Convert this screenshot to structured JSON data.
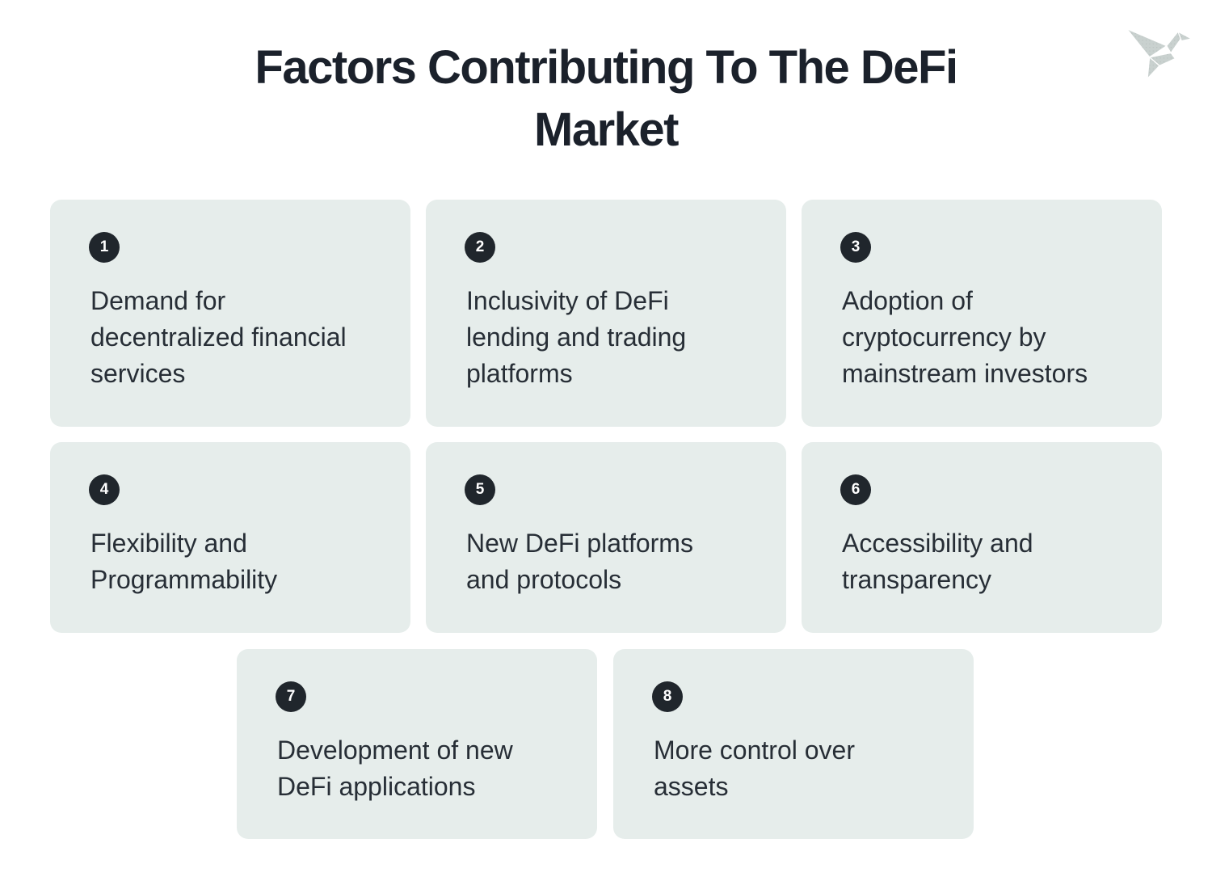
{
  "title": "Factors Contributing To The DeFi\nMarket",
  "logo": {
    "name": "origami-bird"
  },
  "cards": [
    {
      "number": "1",
      "text": "Demand for\ndecentralized financial\nservices"
    },
    {
      "number": "2",
      "text": "Inclusivity of DeFi\nlending and trading\nplatforms"
    },
    {
      "number": "3",
      "text": "Adoption of\ncryptocurrency by\nmainstream investors"
    },
    {
      "number": "4",
      "text": "Flexibility and\nProgrammability"
    },
    {
      "number": "5",
      "text": "New DeFi platforms\nand protocols"
    },
    {
      "number": "6",
      "text": "Accessibility and\ntransparency"
    },
    {
      "number": "7",
      "text": "Development of new\nDeFi applications"
    },
    {
      "number": "8",
      "text": "More control over\nassets"
    }
  ],
  "colors": {
    "page_bg": "#ffffff",
    "card_bg": "#e6edeb",
    "badge_bg": "#20262c",
    "badge_number": "#ffffff",
    "title_text": "#1b212b",
    "card_text": "#272e36",
    "logo_fill": "#c9d1cf",
    "logo_dot": "#b8c0be"
  }
}
